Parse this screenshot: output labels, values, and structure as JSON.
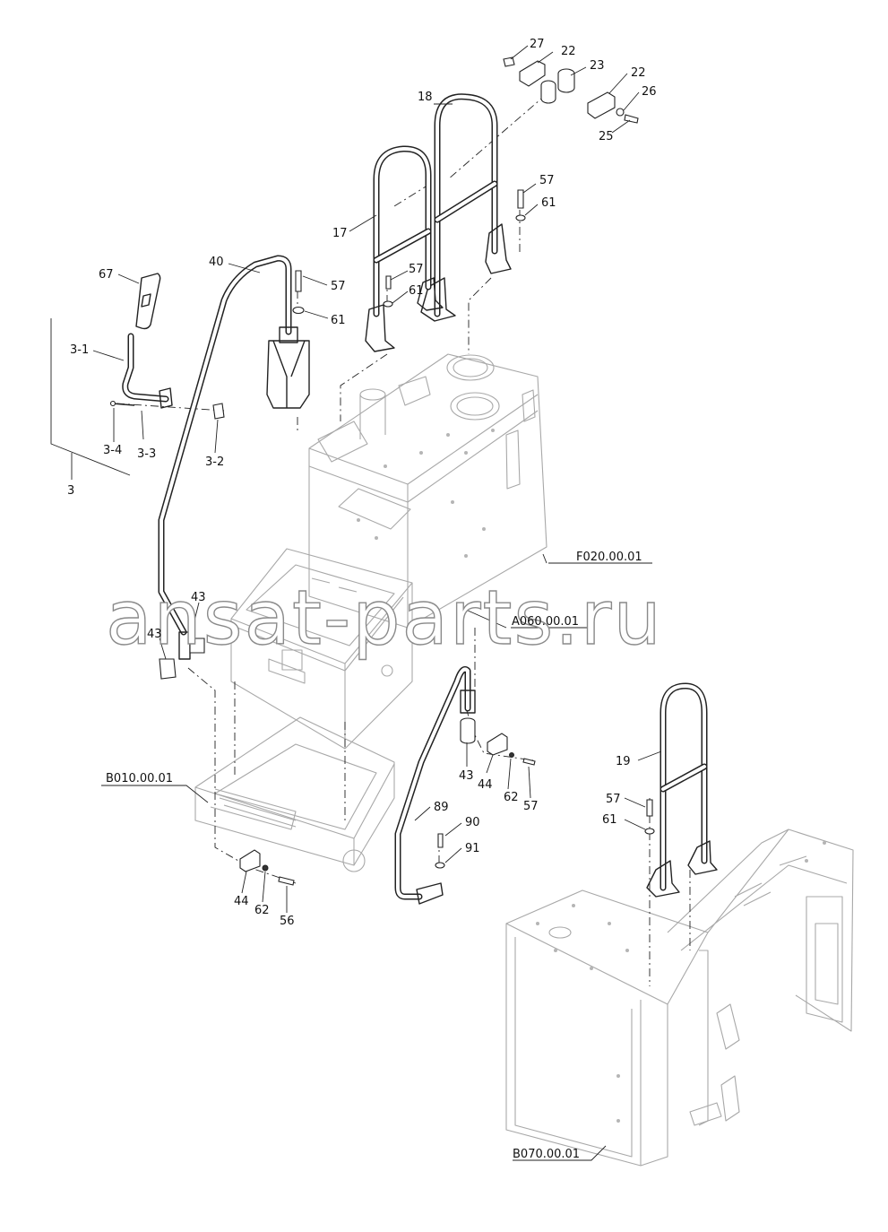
{
  "watermark": "ansat-parts.ru",
  "callouts": {
    "c27": "27",
    "c22a": "22",
    "c23": "23",
    "c22b": "22",
    "c26": "26",
    "c25": "25",
    "c18": "18",
    "c57a": "57",
    "c61a": "61",
    "c17": "17",
    "c57b": "57",
    "c61b": "61",
    "c40": "40",
    "c57c": "57",
    "c61c": "61",
    "c67": "67",
    "c3_1": "3-1",
    "c3_4": "3-4",
    "c3_3": "3-3",
    "c3_2": "3-2",
    "c3": "3",
    "c43a": "43",
    "c43b": "43",
    "c43c": "43",
    "c44a": "44",
    "c62a": "62",
    "c57d": "57",
    "c89": "89",
    "c90": "90",
    "c91": "91",
    "c44b": "44",
    "c62b": "62",
    "c56": "56",
    "c19": "19",
    "c57e": "57",
    "c61d": "61"
  },
  "references": {
    "f020": "F020.00.01",
    "a060": "A060.00.01",
    "b010": "B010.00.01",
    "b070": "B070.00.01"
  },
  "colors": {
    "line": "#222222",
    "ghost": "#a8a8a8",
    "watermark_stroke": "#8a8a8a"
  }
}
